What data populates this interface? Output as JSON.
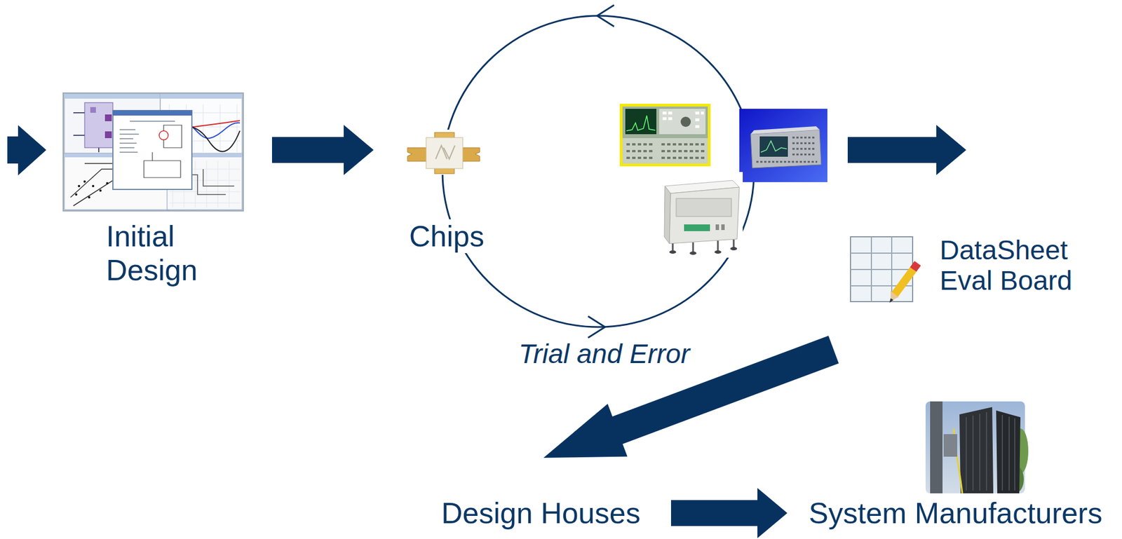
{
  "diagram": {
    "nodes": [
      {
        "text": [
          "Initial Design"
        ]
      },
      {
        "text": [
          "Trial and Error"
        ]
      },
      {
        "text": [
          "Chips"
        ],
        "in": 1
      },
      {
        "text": [
          "DataSheet Eval Board"
        ]
      },
      {
        "text": [
          "Design Houses"
        ]
      },
      {
        "text": [
          "System Manufacturers"
        ]
      }
    ],
    "edges": [
      {
        "from": 0,
        "to": 2,
        "arrow": "to"
      },
      {
        "from": 1,
        "to": 3,
        "arrow": "to"
      },
      {
        "from": 3,
        "to": 4,
        "arrow": "to"
      },
      {
        "from": 4,
        "to": 5,
        "arrow": "to"
      }
    ]
  }
}
